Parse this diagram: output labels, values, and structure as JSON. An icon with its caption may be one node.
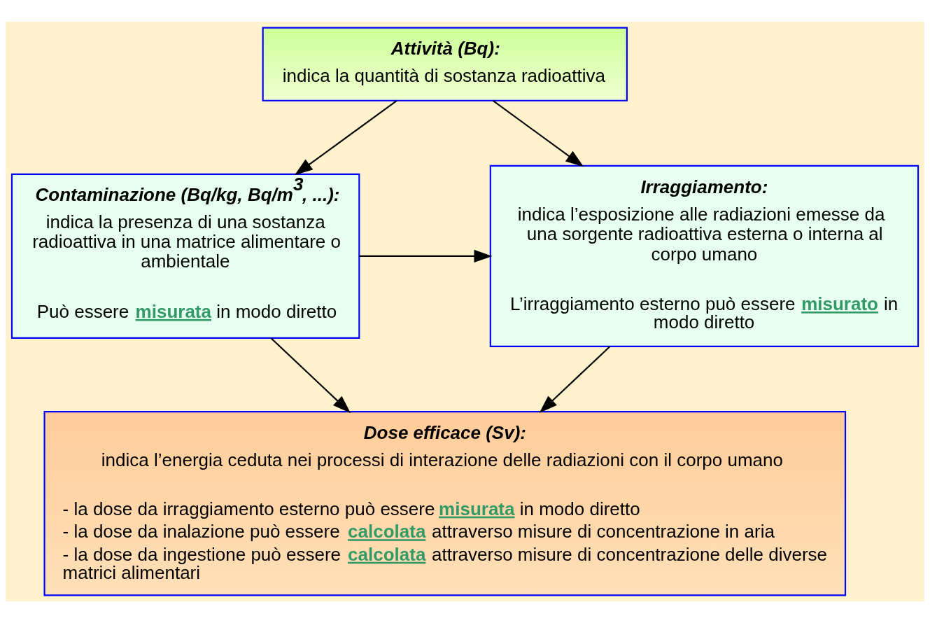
{
  "diagram": {
    "nodes": [
      {
        "text": [
          "Attività (Bq):",
          "indica la quantità di sostanza radioattiva"
        ]
      },
      {
        "text": [
          "Contaminazione (Bq/kg, Bq/m$^{3}$, ...):",
          "indica la presenza di una sostanza radioattiva in una matrice alimentare o ambientale",
          "Può essere **misurata** in modo diretto"
        ]
      },
      {
        "text": [
          "Irraggiamento:",
          "indica l’esposizione alle radiazioni emesse da una sorgente radioattiva esterna o interna al corpo umano",
          "L’irraggiamento esterno può essere **misurato** in modo diretto"
        ]
      },
      {
        "text": [
          "Dose efficace (Sv):",
          "indica l’energia ceduta nei processi di interazione delle radiazioni con il corpo umano",
          "- la dose da irraggiamento esterno può essere **misurata** in modo diretto",
          "- la dose da inalazione può essere **calcolata** attraverso misure di concentrazione in aria",
          "- la dose da ingestione può essere **calcolata** attraverso misure di concentrazione delle diverse matrici alimentari"
        ]
      }
    ],
    "edges": [
      {
        "from": 0,
        "to": 1,
        "arrow": "to"
      },
      {
        "from": 0,
        "to": 2,
        "arrow": "to"
      },
      {
        "from": 1,
        "to": 2,
        "arrow": "to"
      },
      {
        "from": 1,
        "to": 3,
        "arrow": "to"
      },
      {
        "from": 2,
        "to": 3,
        "arrow": "to"
      }
    ]
  }
}
